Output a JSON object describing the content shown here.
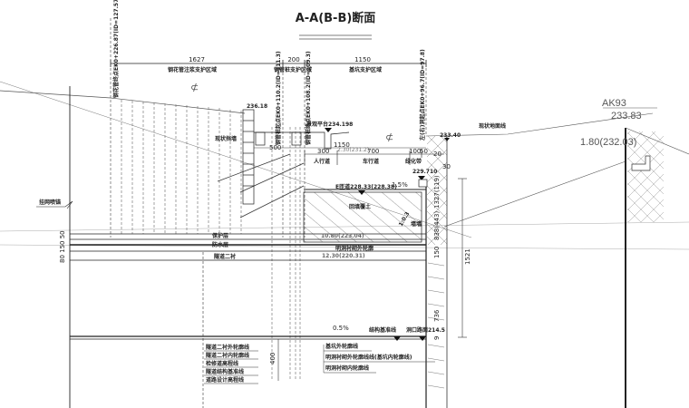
{
  "title": "A-A(B-B)断面",
  "top_dimensions": [
    "1627",
    "200",
    "1150"
  ],
  "zones": [
    "钢花管注浆支护区域",
    "钢管桩支护区域",
    "基坑支护区域"
  ],
  "vertical_notes": [
    "钢花管终点EK0+226.87(ID=127.57)",
    "钢管桩起点EK0+110.2(ID=111.3)",
    "钢管桩终点EK0+108.2(ID=109.3)",
    "左(右)洞起点EK0+96.7(ID=97.8)"
  ],
  "labels": {
    "existing_retaining_wall": "现状挡墙",
    "retaining_top": "236.18",
    "landscape_platform": "景观平台234.198",
    "road_width_total": "1150",
    "dim_500": "500",
    "elev_road_left": "2.30(231.2)",
    "road_dims": [
      "300",
      "700",
      "100",
      "50",
      "20",
      "30"
    ],
    "sidewalk": "人行道",
    "carriageway": "车行道",
    "green_belt": "绿化带",
    "elev_229": "229.710",
    "road_elev": "E匝道228.33(228.38)",
    "slope_15": "1.5%",
    "backfill": "回填覆土",
    "slope_ratio": "1:0.3",
    "wall": "墙墙",
    "elev_a": "10.80(223.04)",
    "elev_b": "12.30(220.31)",
    "open_cut_note": "明洞衬砌外轮廓",
    "anchor": "挂网喷锚",
    "left_dims": "80 150 50",
    "layer1": "保护层",
    "layer2": "防水层",
    "layer3": "隧道二衬",
    "ground_elev": "233.40",
    "existing_ground": "现状地面线",
    "right_dims": [
      "1327(119)",
      "838(443)",
      "150",
      "736",
      "1521",
      "9"
    ],
    "slope_05": "0.5%",
    "structure_datum": "结构基准线",
    "portal_elev": "洞口路面214.5",
    "dim_400": "400",
    "ak_station": "AK93",
    "ak_elev": "233.83",
    "ak_offset": "1.80(232.03)",
    "grass": "⊄"
  },
  "legend_left": [
    "隧道二衬外轮廓线",
    "隧道二衬内轮廓线",
    "检修道高程线",
    "隧道结构基准线",
    "道路设计高程线"
  ],
  "legend_right": [
    "基坑外轮廓线",
    "明洞衬砌外轮廓线线(基坑内轮廓线)",
    "明洞衬砌内轮廓线"
  ]
}
